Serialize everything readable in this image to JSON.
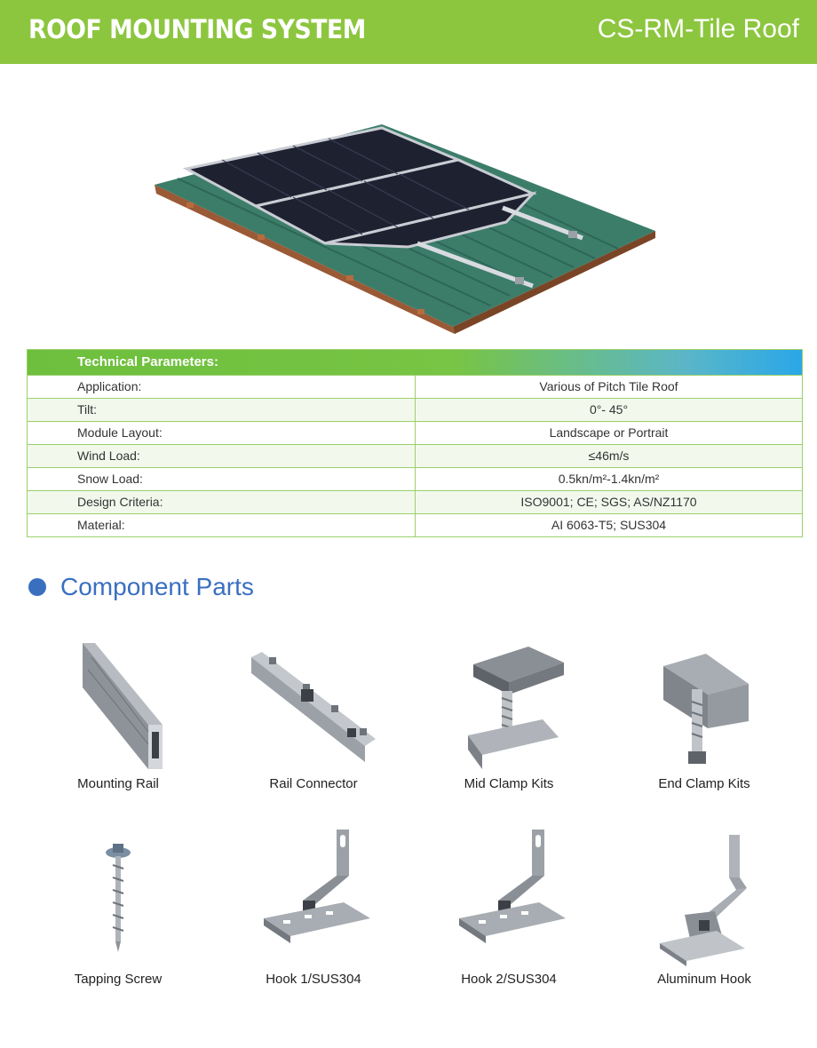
{
  "header": {
    "title": "ROOF MOUNTING SYSTEM",
    "subtitle": "CS-RM-Tile Roof",
    "bg_color": "#8cc63f"
  },
  "params": {
    "heading": "Technical Parameters:",
    "rows": [
      {
        "key": "Application:",
        "value": "Various of Pitch Tile Roof"
      },
      {
        "key": "Tilt:",
        "value": "0°- 45°"
      },
      {
        "key": "Module Layout:",
        "value": "Landscape or Portrait"
      },
      {
        "key": "Wind Load:",
        "value": "≤46m/s"
      },
      {
        "key": "Snow Load:",
        "value": "0.5kn/m²-1.4kn/m²"
      },
      {
        "key": "Design Criteria:",
        "value": "ISO9001; CE; SGS; AS/NZ1170"
      },
      {
        "key": "Material:",
        "value": "AI 6063-T5; SUS304"
      }
    ]
  },
  "section": {
    "title": "Component Parts",
    "accent": "#3a6fc0"
  },
  "parts": [
    {
      "label": "Mounting Rail",
      "icon": "mounting-rail-icon"
    },
    {
      "label": "Rail Connector",
      "icon": "rail-connector-icon"
    },
    {
      "label": "Mid Clamp Kits",
      "icon": "mid-clamp-icon"
    },
    {
      "label": "End Clamp Kits",
      "icon": "end-clamp-icon"
    },
    {
      "label": "Tapping Screw",
      "icon": "tapping-screw-icon"
    },
    {
      "label": "Hook 1/SUS304",
      "icon": "hook-icon"
    },
    {
      "label": "Hook 2/SUS304",
      "icon": "hook-icon"
    },
    {
      "label": "Aluminum Hook",
      "icon": "aluminum-hook-icon"
    }
  ]
}
